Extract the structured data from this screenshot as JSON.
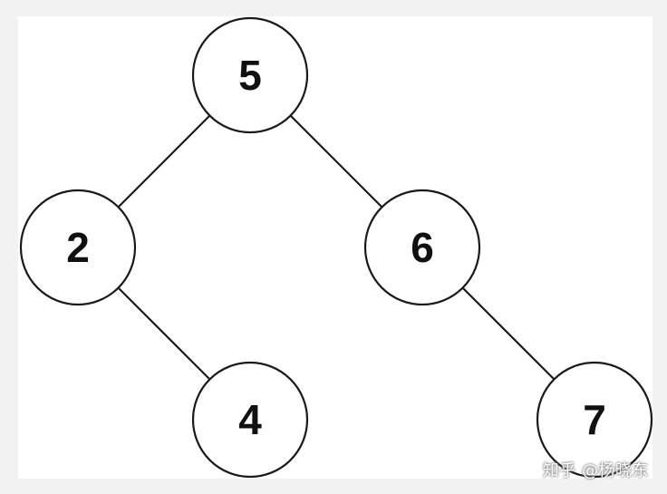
{
  "diagram": {
    "type": "binary-tree",
    "nodes": [
      {
        "id": "n5",
        "label": "5"
      },
      {
        "id": "n2",
        "label": "2"
      },
      {
        "id": "n6",
        "label": "6"
      },
      {
        "id": "n4",
        "label": "4"
      },
      {
        "id": "n7",
        "label": "7"
      }
    ],
    "edges": [
      {
        "from": "n5",
        "to": "n2"
      },
      {
        "from": "n5",
        "to": "n6"
      },
      {
        "from": "n2",
        "to": "n4"
      },
      {
        "from": "n6",
        "to": "n7"
      }
    ]
  },
  "watermark": "知乎 @杨晓东",
  "colors": {
    "background": "#f2f2f3",
    "canvas": "#ffffff",
    "stroke": "#1a1a1a"
  }
}
